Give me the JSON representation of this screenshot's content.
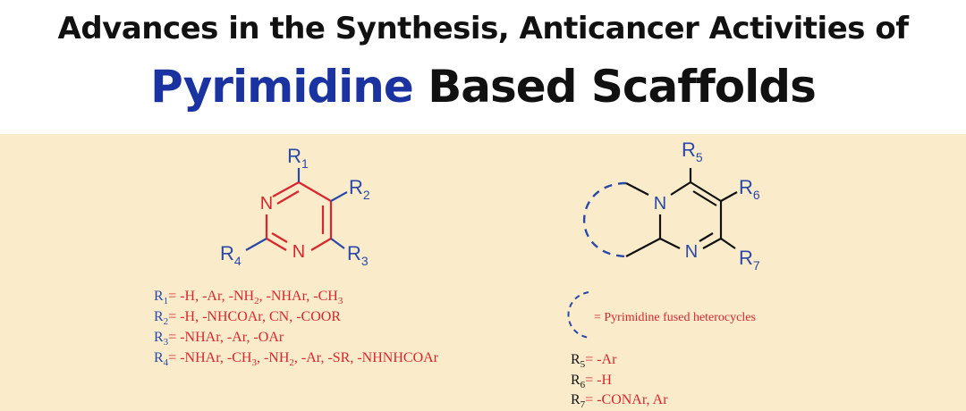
{
  "title": {
    "line1": "Advances in the Synthesis, Anticancer Activities of",
    "line2_accent": "Pyrimidine",
    "line2_rest": " Based Scaffolds"
  },
  "colors": {
    "accent": "#1b33a0",
    "ring_red": "#d8262e",
    "substituent_blue": "#2a48a8",
    "panel_bg": "#faeccb"
  },
  "left_structure": {
    "atoms": {
      "n_top": "N",
      "n_bottom": "N"
    },
    "substituents": {
      "r1": {
        "base": "R",
        "sub": "1"
      },
      "r2": {
        "base": "R",
        "sub": "2"
      },
      "r3": {
        "base": "R",
        "sub": "3"
      },
      "r4": {
        "base": "R",
        "sub": "4"
      }
    },
    "definitions": [
      {
        "base": "R",
        "sub": "1",
        "text": "= -H, -Ar, -NH",
        "sub2": "2",
        "text2": ", -NHAr, -CH",
        "sub3": "3",
        "text3": ""
      },
      {
        "base": "R",
        "sub": "2",
        "text": "= -H, -NHCOAr, CN, -COOR"
      },
      {
        "base": "R",
        "sub": "3",
        "text": "= -NHAr, -Ar, -OAr"
      },
      {
        "base": "R",
        "sub": "4",
        "text": "= -NHAr, -CH",
        "sub2": "3",
        "text2": ", -NH",
        "sub3": "2",
        "text3": ", -Ar, -SR, -NHNHCOAr"
      }
    ]
  },
  "right_structure": {
    "atoms": {
      "n_top": "N",
      "n_bottom": "N"
    },
    "substituents": {
      "r5": {
        "base": "R",
        "sub": "5"
      },
      "r6": {
        "base": "R",
        "sub": "6"
      },
      "r7": {
        "base": "R",
        "sub": "7"
      }
    },
    "legend": "= Pyrimidine fused heterocycles",
    "definitions": [
      {
        "base": "R",
        "sub": "5",
        "text": "= -Ar"
      },
      {
        "base": "R",
        "sub": "6",
        "text": "= -H"
      },
      {
        "base": "R",
        "sub": "7",
        "text": "= -CONAr, Ar"
      }
    ]
  }
}
